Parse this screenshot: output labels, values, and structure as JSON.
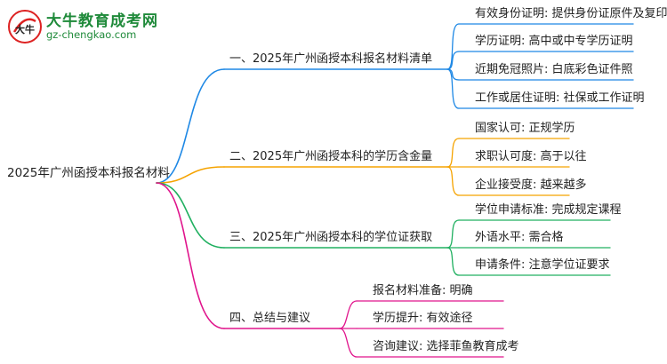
{
  "logo": {
    "badge_text": "大牛",
    "title": "大牛教育成考网",
    "url": "gz-chengkao.com"
  },
  "root": {
    "label": "2025年广州函授本科报名材料"
  },
  "branches": [
    {
      "label": "一、2025年广州函授本科报名材料清单",
      "color": "#1e88e5",
      "children": [
        "有效身份证明: 提供身份证原件及复印件",
        "学历证明: 高中或中专学历证明",
        "近期免冠照片: 白底彩色证件照",
        "工作或居住证明: 社保或工作证明"
      ]
    },
    {
      "label": "二、2025年广州函授本科的学历含金量",
      "color": "#f5a300",
      "children": [
        "国家认可: 正规学历",
        "求职认可度: 高于以往",
        "企业接受度: 越来越多"
      ]
    },
    {
      "label": "三、2025年广州函授本科的学位证获取",
      "color": "#20b060",
      "children": [
        "学位申请标准: 完成规定课程",
        "外语水平: 需合格",
        "申请条件: 注意学位证要求"
      ]
    },
    {
      "label": "四、总结与建议",
      "color": "#e0148c",
      "children": [
        "报名材料准备: 明确",
        "学历提升: 有效途径",
        "咨询建议: 选择菲鱼教育成考"
      ]
    }
  ]
}
